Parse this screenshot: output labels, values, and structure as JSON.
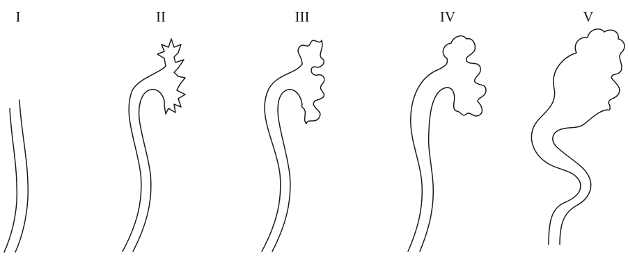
{
  "diagram": {
    "panels": [
      {
        "label": "I"
      },
      {
        "label": "II"
      },
      {
        "label": "III"
      },
      {
        "label": "IV"
      },
      {
        "label": "V"
      }
    ]
  }
}
